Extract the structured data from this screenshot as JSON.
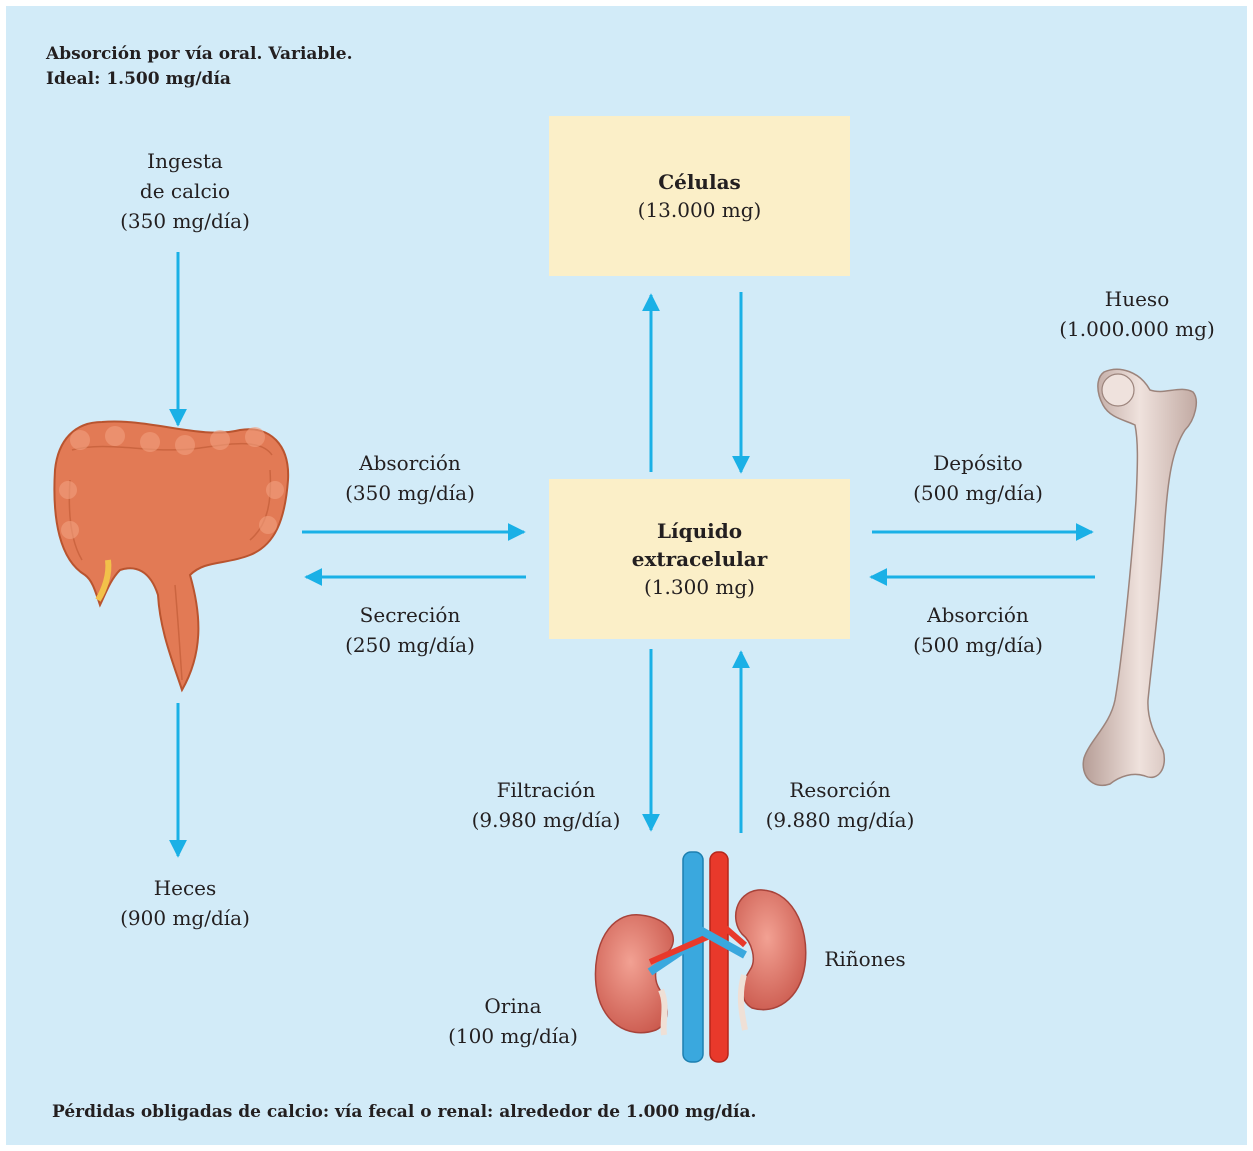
{
  "header": {
    "line1": "Absorción por vía oral. Variable.",
    "line2": "Ideal: 1.500 mg/día"
  },
  "footer": {
    "text": "Pérdidas obligadas de calcio: vía fecal o renal: alrededor de 1.000 mg/día."
  },
  "nodes": {
    "cells": {
      "title": "Células",
      "value": "(13.000 mg)"
    },
    "ecf": {
      "title_1": "Líquido",
      "title_2": "extracelular",
      "value": "(1.300 mg)"
    },
    "bone": {
      "title": "Hueso",
      "value": "(1.000.000 mg)"
    },
    "kidneys": {
      "title": "Riñones"
    }
  },
  "flows": {
    "intake": {
      "line1": "Ingesta",
      "line2": "de calcio",
      "line3": "(350 mg/día)"
    },
    "gut_absorption": {
      "title": "Absorción",
      "value": "(350 mg/día)"
    },
    "secretion": {
      "title": "Secreción",
      "value": "(250 mg/día)"
    },
    "feces": {
      "title": "Heces",
      "value": "(900 mg/día)"
    },
    "deposit": {
      "title": "Depósito",
      "value": "(500 mg/día)"
    },
    "bone_absorption": {
      "title": "Absorción",
      "value": "(500 mg/día)"
    },
    "filtration": {
      "title": "Filtración",
      "value": "(9.980 mg/día)"
    },
    "reabsorption": {
      "title": "Resorción",
      "value": "(9.880 mg/día)"
    },
    "urine": {
      "title": "Orina",
      "value": "(100 mg/día)"
    }
  },
  "colors": {
    "background": "#d2ebf8",
    "box": "#fbefc8",
    "arrow": "#1ab0e6",
    "intestine": "#e27a55",
    "bone": "#dcc6c0",
    "kidney": "#d9675a",
    "vein": "#3aa8de",
    "artery": "#e8392b"
  }
}
